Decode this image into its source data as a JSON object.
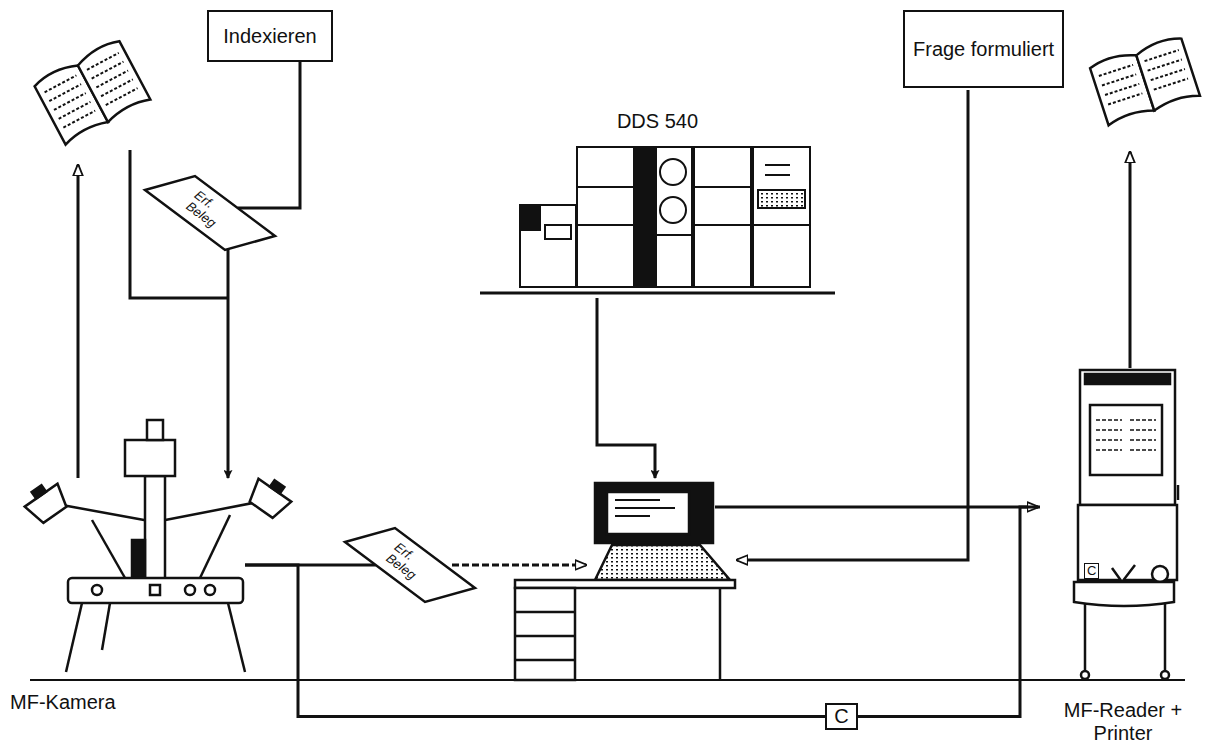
{
  "diagram": {
    "nodes": [
      {
        "text": [
          "Indexieren"
        ]
      },
      {
        "text": [
          "Frage formuliert"
        ]
      },
      {
        "text": [
          "DDS 540"
        ]
      },
      {
        "text": [
          "Erf. Beleg"
        ]
      },
      {
        "text": [
          "MF-Kamera"
        ]
      },
      {
        "text": [
          "Erf. Beleg"
        ]
      },
      {
        "text": [
          "MF-Reader + Printer"
        ]
      },
      {
        "text": [
          "C"
        ]
      }
    ],
    "edges": [
      {
        "from": 0,
        "to": 3,
        "arrow": "none"
      },
      {
        "from": 3,
        "to": 4,
        "arrow": "to"
      },
      {
        "from": 4,
        "to": 5,
        "arrow": "none"
      },
      {
        "from": 4,
        "to": 7,
        "arrow": "none"
      },
      {
        "from": 7,
        "to": 6,
        "arrow": "none"
      }
    ],
    "labels": [
      "C"
    ]
  }
}
